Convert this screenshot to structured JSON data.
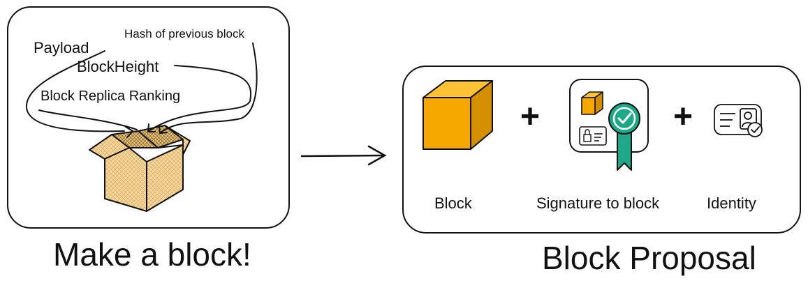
{
  "left_panel": {
    "labels": {
      "hash": "Hash of previous block",
      "payload": "Payload",
      "height": "BlockHeight",
      "ranking": "Block Replica Ranking"
    },
    "caption": "Make a block!"
  },
  "right_panel": {
    "plus_sign": "+",
    "items": {
      "block": "Block",
      "signature": "Signature to block",
      "identity": "Identity"
    },
    "caption": "Block Proposal"
  },
  "colors": {
    "block_orange": "#F5A700",
    "box_tan": "#F9D79A",
    "check_green": "#1FA888",
    "stroke": "#111111"
  }
}
